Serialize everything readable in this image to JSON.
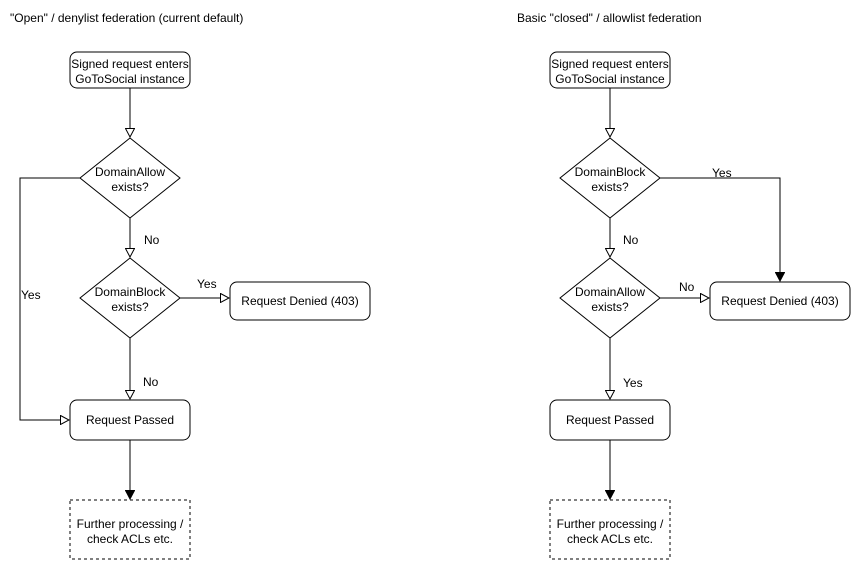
{
  "left": {
    "title": "\"Open\" / denylist federation (current default)",
    "start": {
      "line1": "Signed request enters",
      "line2": "GoToSocial instance"
    },
    "decision1": {
      "line1": "DomainAllow",
      "line2": "exists?"
    },
    "decision1_branch_label": "Yes",
    "decision1_down_label": "No",
    "decision2": {
      "line1": "DomainBlock",
      "line2": "exists?"
    },
    "decision2_branch_label": "Yes",
    "decision2_down_label": "No",
    "denied_label": "Request Denied (403)",
    "passed_label": "Request Passed",
    "further": {
      "line1": "Further processing /",
      "line2": "check ACLs etc."
    }
  },
  "right": {
    "title": "Basic \"closed\" / allowlist federation",
    "start": {
      "line1": "Signed request enters",
      "line2": "GoToSocial instance"
    },
    "decision1": {
      "line1": "DomainBlock",
      "line2": "exists?"
    },
    "decision1_branch_label": "Yes",
    "decision1_down_label": "No",
    "decision2": {
      "line1": "DomainAllow",
      "line2": "exists?"
    },
    "decision2_branch_label": "No",
    "decision2_down_label": "Yes",
    "denied_label": "Request Denied (403)",
    "passed_label": "Request Passed",
    "further": {
      "line1": "Further processing /",
      "line2": "check ACLs etc."
    }
  },
  "colors": {
    "stroke": "#000000",
    "text": "#000000",
    "node_fill": "#ffffff",
    "background": "#ffffff"
  }
}
